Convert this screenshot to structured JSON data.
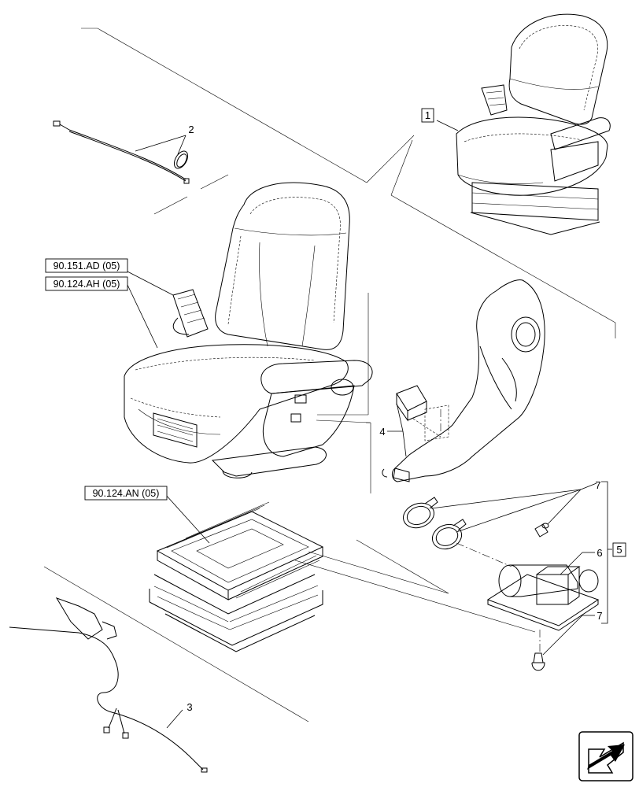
{
  "callouts": {
    "c1": "1",
    "c2": "2",
    "c3": "3",
    "c4": "4",
    "c5": "5",
    "c6": "6",
    "c7a": "7",
    "c7b": "7"
  },
  "references": {
    "r1": "90.151.AD (05)",
    "r2": "90.124.AH (05)",
    "r3": "90.124.AN (05)"
  },
  "icons": {
    "nav": "arrow-icon"
  }
}
